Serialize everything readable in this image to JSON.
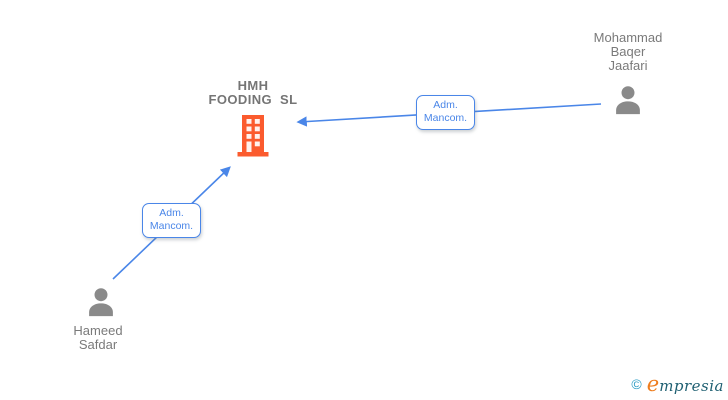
{
  "diagram": {
    "company": {
      "name": "HMH FOODING SL",
      "name_lines": [
        "HMH",
        "FOODING SL"
      ],
      "icon": "building-icon"
    },
    "people": [
      {
        "name": "Mohammad Baqer Jaafari",
        "name_lines": [
          "Mohammad",
          "Baqer",
          "Jaafari"
        ],
        "icon": "person-icon"
      },
      {
        "name": "Hameed Safdar",
        "name_lines": [
          "Hameed",
          "Safdar"
        ],
        "icon": "person-icon"
      }
    ],
    "edges": [
      {
        "from": "Mohammad Baqer Jaafari",
        "to": "HMH FOODING SL",
        "label": "Adm. Mancom.",
        "label_lines": [
          "Adm.",
          "Mancom."
        ]
      },
      {
        "from": "Hameed Safdar",
        "to": "HMH FOODING SL",
        "label": "Adm. Mancom.",
        "label_lines": [
          "Adm.",
          "Mancom."
        ]
      }
    ]
  },
  "watermark": {
    "copyright_symbol": "©",
    "brand_first_letter": "e",
    "brand_rest": "mpresia"
  },
  "colors": {
    "edge_blue": "#4a86e8",
    "chip_border_blue": "#4a86e8",
    "chip_text_blue": "#4a86e8",
    "building_orange": "#fb5b2e",
    "person_gray": "#8a8a8a",
    "text_gray": "#757575",
    "logo_copyright_blue": "#2b9cc4",
    "logo_orange": "#ee7d1e",
    "logo_teal": "#1f6072"
  }
}
